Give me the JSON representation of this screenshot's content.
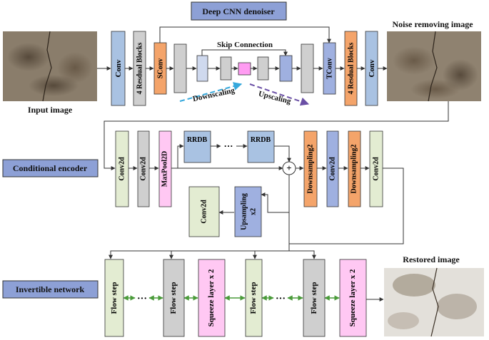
{
  "titles": {
    "denoiser": "Deep CNN denoiser",
    "encoder": "Conditional encoder",
    "invertible": "Invertible network"
  },
  "captions": {
    "input": "Input image",
    "noise_removing": "Noise removing image",
    "restored": "Restored image"
  },
  "denoiser": {
    "conv_left": "Conv",
    "res_left": "4 Resdual Blocks",
    "sconv": "SConv",
    "skip": "Skip Connection",
    "downscaling": "Downscaling",
    "upscaling": "Upscaling",
    "tconv": "TConv",
    "res_right": "4 Resdual Blocks",
    "conv_right": "Conv"
  },
  "encoder": {
    "conv2d_1": "Conv2d",
    "conv2d_2": "Conv2d",
    "maxpool": "MaxPool2D",
    "rrdb_1": "RRDB",
    "rrdb_ellipsis": "···",
    "rrdb_2": "RRDB",
    "sum": "+",
    "down_1": "Downsampling2",
    "conv2d_3": "Conv2d",
    "down_2": "Downsampling2",
    "conv2d_4": "Conv2d",
    "upsampling_line1": "Upsampling",
    "upsampling_line2": "x2",
    "conv2d_up": "Conv2d"
  },
  "invertible": {
    "flow_1": "Flow step",
    "ellipsis_1": "···",
    "flow_2": "Flow step",
    "squeeze_1": "Squeeze layer x 2",
    "flow_3": "Flow step",
    "ellipsis_2": "···",
    "flow_4": "Flow step",
    "squeeze_2": "Squeeze layer x 2"
  },
  "colors": {
    "title_box": "#8da0d6",
    "conv_blue": "#a9c2e2",
    "gray_block": "#cfcfcf",
    "orange": "#f4a46a",
    "light_blue": "#cfd9ee",
    "mid_blue": "#9fb0e0",
    "magenta": "#ff9cf2",
    "green_block": "#e3ecd2",
    "pink": "#ffc8f3",
    "dashed_cyan": "#35a8dc",
    "dashed_purple": "#6a4fa5",
    "bidir_green": "#4a9b3a"
  }
}
